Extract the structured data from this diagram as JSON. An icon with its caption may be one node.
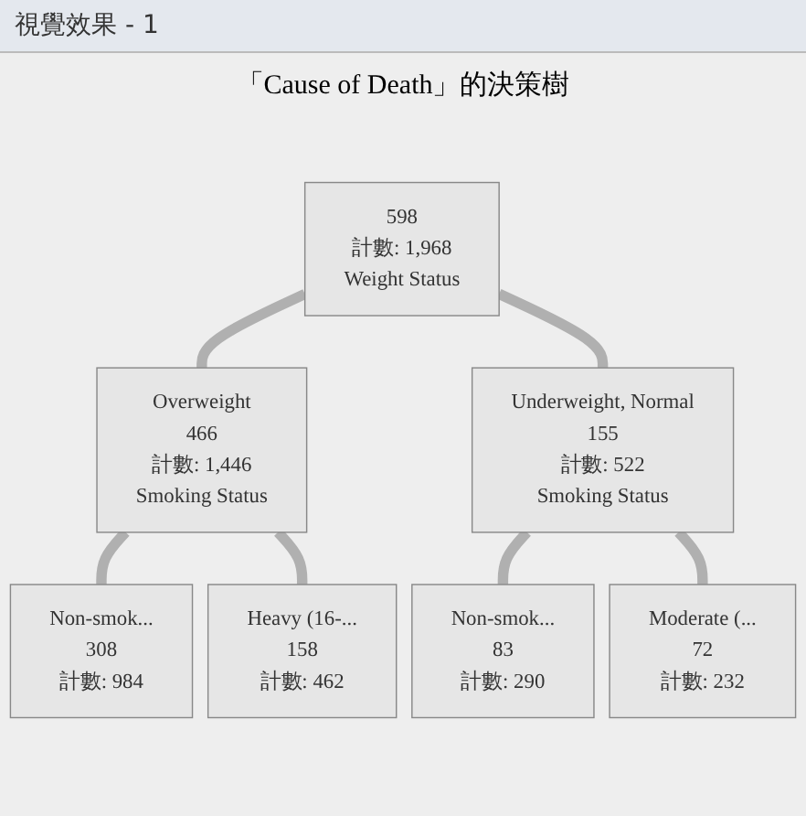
{
  "diagram": {
    "title": "「Cause of Death」的決策樹",
    "nodes": [
      {
        "text": [
          "598",
          "計數: 1,968",
          "Weight Status"
        ]
      },
      {
        "text": [
          "Overweight",
          "466",
          "計數: 1,446",
          "Smoking Status"
        ]
      },
      {
        "text": [
          "Underweight, Normal",
          "155",
          "計數: 522",
          "Smoking Status"
        ]
      },
      {
        "text": [
          "Non-smok...",
          "308",
          "計數: 984"
        ]
      },
      {
        "text": [
          "Heavy (16-...",
          "158",
          "計數: 462"
        ]
      },
      {
        "text": [
          "Non-smok...",
          "83",
          "計數: 290"
        ]
      },
      {
        "text": [
          "Moderate (...",
          "72",
          "計數: 232"
        ]
      }
    ],
    "edges": [
      {
        "from": 0,
        "to": 1,
        "arrow": "none"
      },
      {
        "from": 0,
        "to": 2,
        "arrow": "none"
      },
      {
        "from": 1,
        "to": 3,
        "arrow": "none"
      },
      {
        "from": 1,
        "to": 4,
        "arrow": "none"
      },
      {
        "from": 2,
        "to": 5,
        "arrow": "none"
      },
      {
        "from": 2,
        "to": 6,
        "arrow": "none"
      }
    ],
    "labels": [
      "視覺效果 - 1"
    ]
  }
}
